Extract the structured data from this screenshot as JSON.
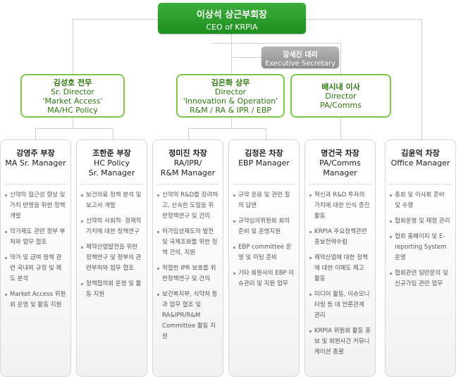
{
  "ceo": {
    "name": "이상석 상근부회장",
    "role": "CEO of KRPIA"
  },
  "secretary": {
    "name": "장세진 대리",
    "role": "Executive Secretary"
  },
  "directors": [
    {
      "lines": [
        "김성호 전무",
        "Sr. Director",
        "'Market Access'",
        "MA/HC Policy"
      ]
    },
    {
      "lines": [
        "김은화 상무",
        "Director",
        "'Innovation & Operation'",
        "R&M / RA & IPR / EBP"
      ]
    },
    {
      "lines": [
        "배시내 이사",
        "Director",
        "PA/Comms"
      ]
    }
  ],
  "managers": [
    {
      "head": [
        "강영주 부장",
        "MA Sr. Manager"
      ],
      "items": [
        "신약의 접근성 향상 및 가치 반영을 위한 정책 개발",
        "약가제도 관련 정부 부처와 업무 협조",
        "약가 및 급여 정책 관련 국내외 규정 및 제도 분석",
        "Market Access 위원회 운영 및 활동 지원"
      ]
    },
    {
      "head": [
        "조한준 부장",
        "HC Policy",
        "Sr. Manager"
      ],
      "items": [
        "보건의료 정책 분석 및 보고서 개발",
        "신약의 사회적· 경제적 가치에 대한 정책연구",
        "제약산업발전을 위한 정책연구 및 정부의 관련부처와 업무 협조",
        "정책협의회 운영 및 활동 지원"
      ]
    },
    {
      "head": [
        "정미진 차장",
        "RA/IPR/",
        "R&M Manager"
      ],
      "items": [
        "신약의 R&D를 장려하고, 신속한 도입을 위한정책연구 및 건의",
        "허가임상제도의 발전 및 국제조화를 위한 정책 건의, 지원",
        "적절한 IPR 보호를 위한정책연구 및 건의",
        "보건복지부, 식약처 등과 업무 협조 및 RA&IPR/R&M Committee 활동 지원"
      ]
    },
    {
      "head": [
        "김정은 차장",
        "EBP Manager"
      ],
      "items": [
        "규약 운용 및 관련 질의 답변",
        "규약심의위원회 회의 준비 및 운영지원",
        "EBP committee 운영 및 미팅 준비",
        "기타 회원사의 EBP 이슈관리 및 지원 업무"
      ]
    },
    {
      "head": [
        "명건국 차장",
        "PA/Comms",
        "Manager"
      ],
      "items": [
        "혁신과 R&D 투자의 가치에 대한 인식 증진 활동",
        "KRPIA 주요정책관련 홍보전략수립",
        "제약산업에 대한 정책에 대한 이해도 제고 활동",
        "미디어 활동, 이슈모니터링 등 대 언론관계 관리",
        "KRPIA 위원회 활동 홍보 및 회원사간 커뮤니케이션 총괄"
      ]
    },
    {
      "head": [
        "김윤억 차장",
        "Office Manager"
      ],
      "items": [
        "총회 및 이사회 준비 및 수행",
        "협회운영 및 재정 관리",
        "협회 홈페이지 및 E-reporting System 운영",
        "협회관련 일반문의 및 신규가입 관련 업무"
      ]
    }
  ]
}
